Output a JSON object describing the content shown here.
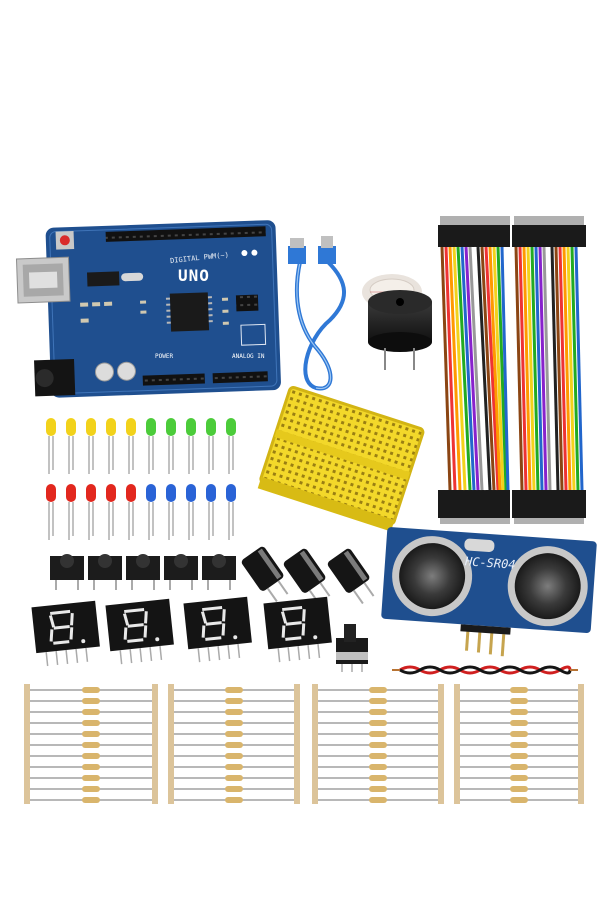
{
  "board": {
    "model_label": "UNO",
    "digital_label": "DIGITAL PWM(~)",
    "power_label": "POWER",
    "analog_label": "ANALOG IN"
  },
  "sensor": {
    "model_label": "HC-SR04"
  },
  "colors": {
    "board_blue": "#1f4f8f",
    "breadboard_yellow": "#f5dd2a",
    "led_yellow": "#f2d21b",
    "led_green": "#4ccc3a",
    "led_red": "#e2271e",
    "led_blue": "#2a63d6",
    "resistor_body": "#d9b56c"
  },
  "components": [
    {
      "name": "arduino-uno-board"
    },
    {
      "name": "usb-cable"
    },
    {
      "name": "buzzer"
    },
    {
      "name": "jumper-wire-bundle"
    },
    {
      "name": "mini-breadboard"
    },
    {
      "name": "led",
      "count": 20
    },
    {
      "name": "push-button",
      "count": 5
    },
    {
      "name": "electrolytic-capacitor",
      "count": 3
    },
    {
      "name": "seven-segment-display",
      "count": 4
    },
    {
      "name": "slide-switch"
    },
    {
      "name": "ultrasonic-sensor"
    },
    {
      "name": "twisted-wire-pair"
    },
    {
      "name": "resistor-strip",
      "count": 4
    }
  ]
}
